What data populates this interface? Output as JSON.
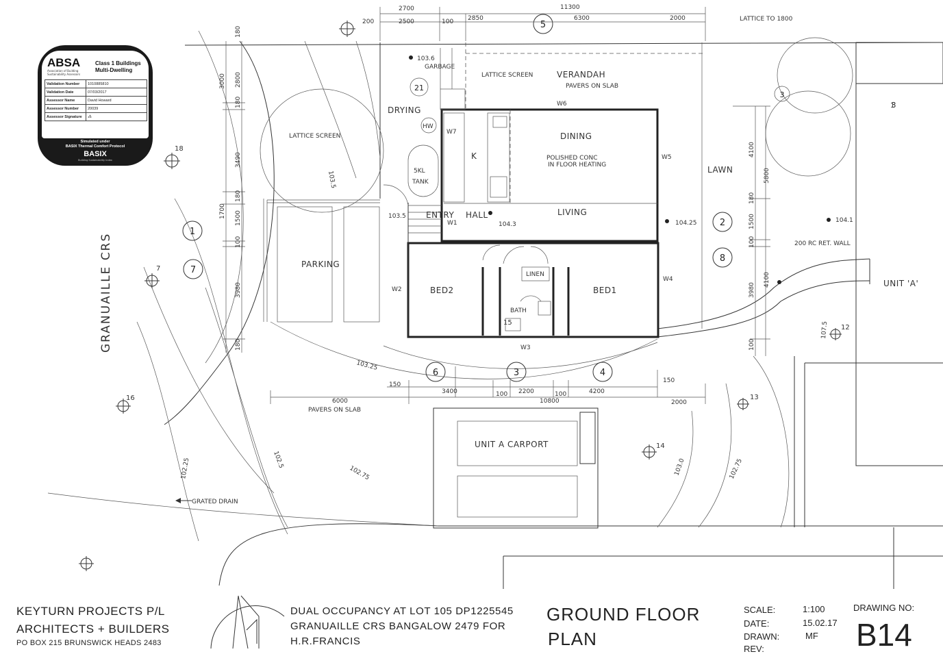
{
  "stamp": {
    "logo": "ABSA",
    "logo_sub": "Association of Building Sustainability Assessors",
    "class_line1": "Class 1 Buildings",
    "class_line2": "Multi-Dwelling",
    "rows": [
      {
        "label": "Validation Number",
        "value": "1010885810"
      },
      {
        "label": "Validation Date",
        "value": "07/03/2017"
      },
      {
        "label": "Assessor Name",
        "value": "David Howard"
      },
      {
        "label": "Assessor Number",
        "value": "20039"
      },
      {
        "label": "Assessor Signature",
        "value": ""
      }
    ],
    "simulated_line1": "Simulated under",
    "simulated_line2": "BASIX Thermal Comfort Protocol",
    "basix": "BASIX",
    "basix_sub": "Building Sustainability Index"
  },
  "rooms": {
    "verandah": "VERANDAH",
    "verandah_note": "PAVERS ON SLAB",
    "dining": "DINING",
    "floor_note1": "POLISHED CONC",
    "floor_note2": "IN FLOOR HEATING",
    "living": "LIVING",
    "kitchen": "K",
    "entry": "ENTRY",
    "hall": "HALL",
    "bed1": "BED1",
    "bed2": "BED2",
    "bath": "BATH",
    "linen": "LINEN",
    "drying": "DRYING",
    "hw": "HW",
    "tank1": "5KL",
    "tank2": "TANK",
    "parking": "PARKING",
    "lawn": "LAWN",
    "unit_a": "UNIT 'A'",
    "carport": "UNIT A CARPORT",
    "lattice_screen": "LATTICE SCREEN",
    "lattice_screen2": "LATTICE SCREEN",
    "lattice_to": "LATTICE TO 1800",
    "garbage": "GARBAGE",
    "pavers_front": "PAVERS ON SLAB",
    "ret_wall": "200 RC RET. WALL",
    "drain": "GRATED DRAIN",
    "street": "GRANUAILLE CRS"
  },
  "windows": {
    "w1": "W1",
    "w2": "W2",
    "w3": "W3",
    "w4": "W4",
    "w5": "W5",
    "w6": "W6",
    "w7": "W7"
  },
  "levels": {
    "l1": "103.6",
    "l2": "103.5",
    "l3": "104.3",
    "l4": "104.25",
    "l5": "104.1",
    "l6": "103.5",
    "l7": "103.25",
    "l8": "102.25",
    "l9": "102.5",
    "l10": "102.75",
    "l11": "103.0",
    "l12": "102.75",
    "l13": "107.5"
  },
  "markers": {
    "m1": "1",
    "m2": "2",
    "m3": "3",
    "m4": "4",
    "m5": "5",
    "m6": "6",
    "m7": "7",
    "m8": "8",
    "m21": "21",
    "m3b": "3",
    "m3c": "3"
  },
  "points": {
    "p7": "7",
    "p16": "16",
    "p18": "18",
    "p13": "13",
    "p14": "14",
    "p12": "12",
    "p15": "15",
    "p1": "1"
  },
  "dims_top": {
    "d200": "200",
    "d2700": "2700",
    "d2500": "2500",
    "d100": "100",
    "d2850": "2850",
    "d11300": "11300",
    "d6300": "6300",
    "d2000": "2000"
  },
  "dims_left": {
    "d180": "180",
    "d3000": "3000",
    "d2800": "2800",
    "d180b": "180",
    "d3490": "3490",
    "d180c": "180",
    "d1700": "1700",
    "d1500": "1500",
    "d100": "100",
    "d3980": "3980",
    "d180d": "180"
  },
  "dims_bottom": {
    "d150": "150",
    "d3400": "3400",
    "d100": "100",
    "d2200": "2200",
    "d100b": "100",
    "d4200": "4200",
    "d10800": "10800",
    "d150b": "150",
    "d6000": "6000",
    "d2000": "2000"
  },
  "dims_right": {
    "d4100": "4100",
    "d5800": "5800",
    "d180": "180",
    "d1500": "1500",
    "d100": "100",
    "d3980": "3980",
    "d4100b": "4100",
    "d100b": "100"
  },
  "title_block": {
    "firm_line1": "KEYTURN PROJECTS P/L",
    "firm_line2": "ARCHITECTS + BUILDERS",
    "firm_line3": "PO BOX 215 BRUNSWICK HEADS 2483",
    "project_line1": "DUAL OCCUPANCY AT LOT 105 DP1225545",
    "project_line2": "GRANUAILLE CRS BANGALOW 2479 FOR",
    "project_line3": "H.R.FRANCIS",
    "title_line1": "GROUND FLOOR",
    "title_line2": "PLAN",
    "scale_label": "SCALE:",
    "scale_value": "1:100",
    "date_label": "DATE:",
    "date_value": "15.02.17",
    "drawn_label": "DRAWN:",
    "drawn_value": "MF",
    "rev_label": "REV:",
    "drawing_no_label": "DRAWING NO:",
    "drawing_no": "B14"
  }
}
